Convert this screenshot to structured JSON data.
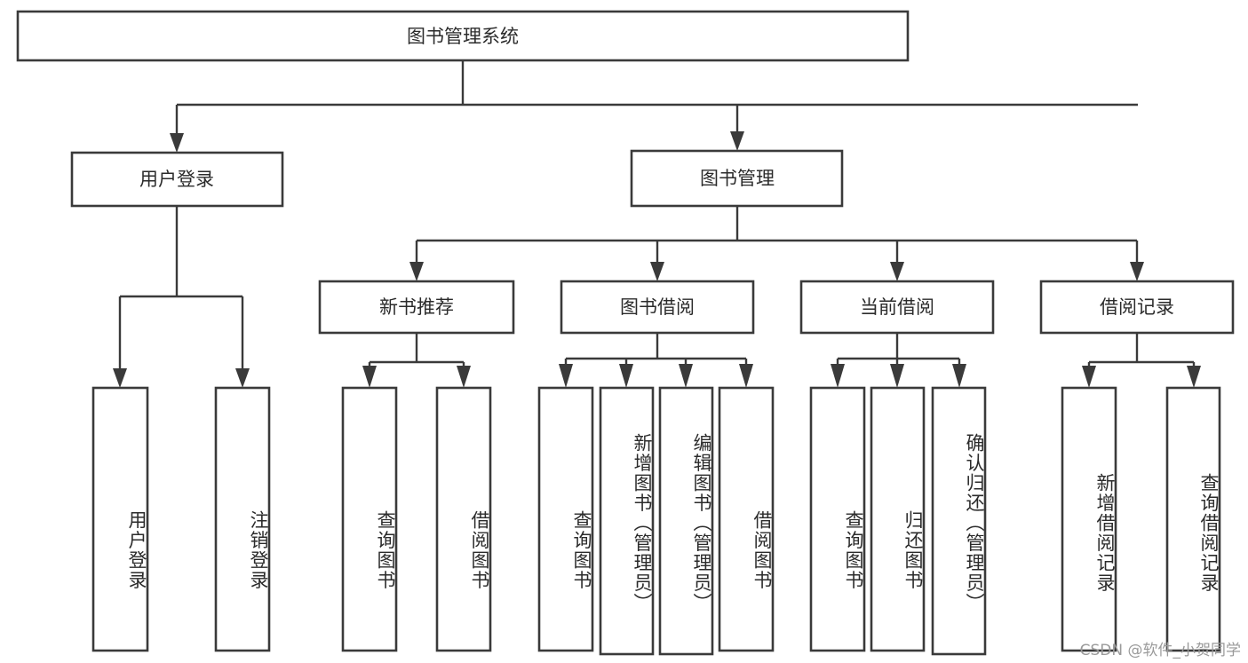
{
  "diagram": {
    "title": "图书管理系统",
    "type": "function-structure-tree",
    "root": {
      "label": "图书管理系统"
    },
    "level2": [
      {
        "id": "user-login",
        "label": "用户登录"
      },
      {
        "id": "book-management",
        "label": "图书管理"
      }
    ],
    "level3": [
      {
        "id": "new-book-recommend",
        "label": "新书推荐",
        "parent": "book-management"
      },
      {
        "id": "book-borrow",
        "label": "图书借阅",
        "parent": "book-management"
      },
      {
        "id": "current-borrow",
        "label": "当前借阅",
        "parent": "book-management"
      },
      {
        "id": "borrow-record",
        "label": "借阅记录",
        "parent": "book-management"
      }
    ],
    "leaves": [
      {
        "id": "leaf-user-login",
        "label": "用户登录",
        "parent": "user-login"
      },
      {
        "id": "leaf-logout-login",
        "label": "注销登录",
        "parent": "user-login"
      },
      {
        "id": "leaf-query-book-1",
        "label": "查询图书",
        "parent": "new-book-recommend"
      },
      {
        "id": "leaf-borrow-book-1",
        "label": "借阅图书",
        "parent": "new-book-recommend"
      },
      {
        "id": "leaf-query-book-2",
        "label": "查询图书",
        "parent": "book-borrow"
      },
      {
        "id": "leaf-add-book",
        "label": "新增图书（管理员）",
        "parent": "book-borrow"
      },
      {
        "id": "leaf-edit-book",
        "label": "编辑图书（管理员）",
        "parent": "book-borrow"
      },
      {
        "id": "leaf-borrow-book-2",
        "label": "借阅图书",
        "parent": "book-borrow"
      },
      {
        "id": "leaf-query-book-3",
        "label": "查询图书",
        "parent": "current-borrow"
      },
      {
        "id": "leaf-return-book",
        "label": "归还图书",
        "parent": "current-borrow"
      },
      {
        "id": "leaf-confirm-return",
        "label": "确认归还（管理员）",
        "parent": "current-borrow"
      },
      {
        "id": "leaf-add-record",
        "label": "新增借阅记录",
        "parent": "borrow-record"
      },
      {
        "id": "leaf-query-record",
        "label": "查询借阅记录",
        "parent": "borrow-record"
      }
    ]
  },
  "watermark": {
    "text": "CSDN @软件_小贺同学"
  },
  "colors": {
    "stroke": "#3a3a3a",
    "box_fill": "#ffffff",
    "text": "#2b2b2b",
    "watermark": "#9a9a9a",
    "background": "#ffffff"
  }
}
